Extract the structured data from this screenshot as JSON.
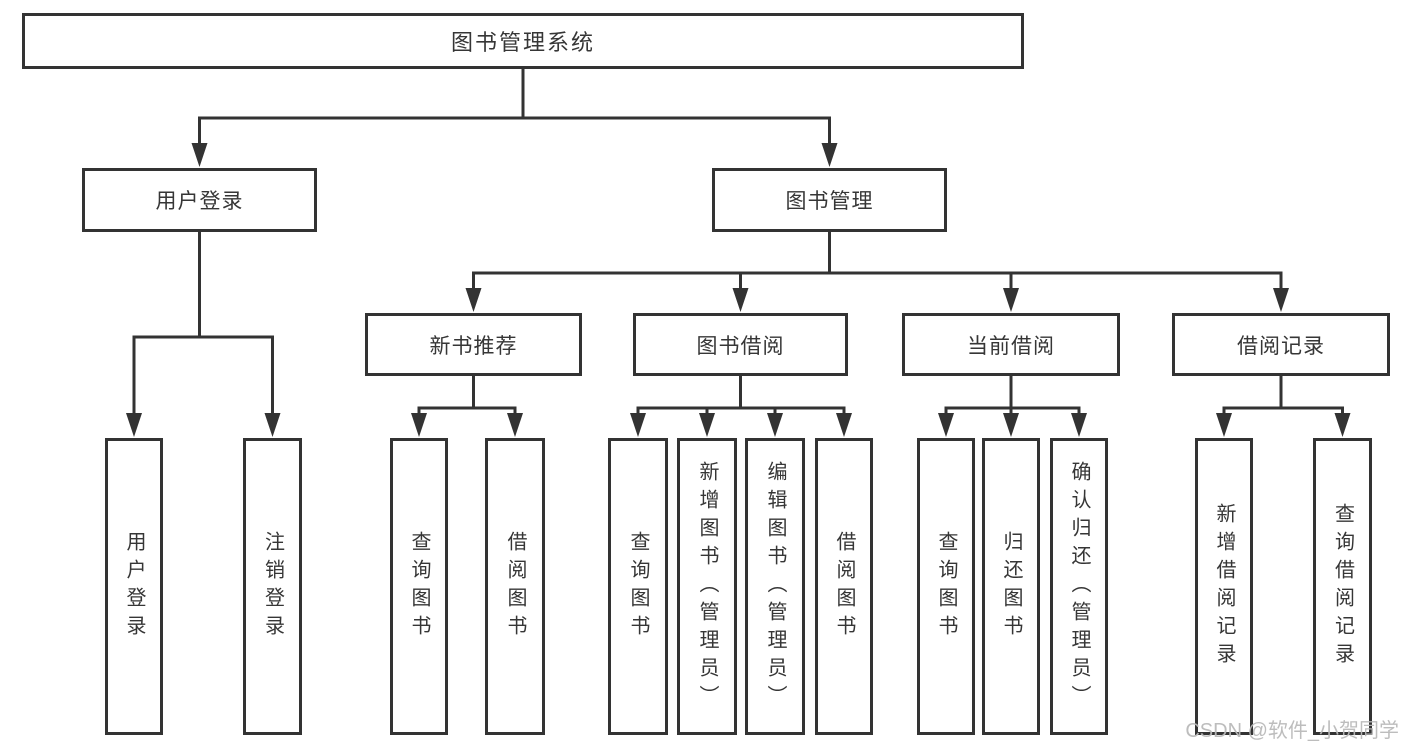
{
  "diagram": {
    "root": {
      "label": "图书管理系统"
    },
    "level2": [
      {
        "id": "user-login",
        "label": "用户登录"
      },
      {
        "id": "book-management",
        "label": "图书管理"
      }
    ],
    "level3": [
      {
        "id": "new-book-recommend",
        "label": "新书推荐"
      },
      {
        "id": "book-borrow",
        "label": "图书借阅"
      },
      {
        "id": "current-borrow",
        "label": "当前借阅"
      },
      {
        "id": "borrow-records",
        "label": "借阅记录"
      }
    ],
    "leaves": {
      "login": [
        "用户登录",
        "注销登录"
      ],
      "recommend": [
        "查询图书",
        "借阅图书"
      ],
      "borrow": [
        "查询图书",
        "新增图书（管理员）",
        "编辑图书（管理员）",
        "借阅图书"
      ],
      "current": [
        "查询图书",
        "归还图书",
        "确认归还（管理员）"
      ],
      "records": [
        "新增借阅记录",
        "查询借阅记录"
      ]
    },
    "colors": {
      "line": "#333333",
      "box_border": "#333333",
      "box_fill": "#ffffff",
      "text": "#363636",
      "background": "#ffffff",
      "watermark": "#b9b9b9"
    }
  },
  "watermark": {
    "text": "CSDN @软件_小贺同学"
  }
}
